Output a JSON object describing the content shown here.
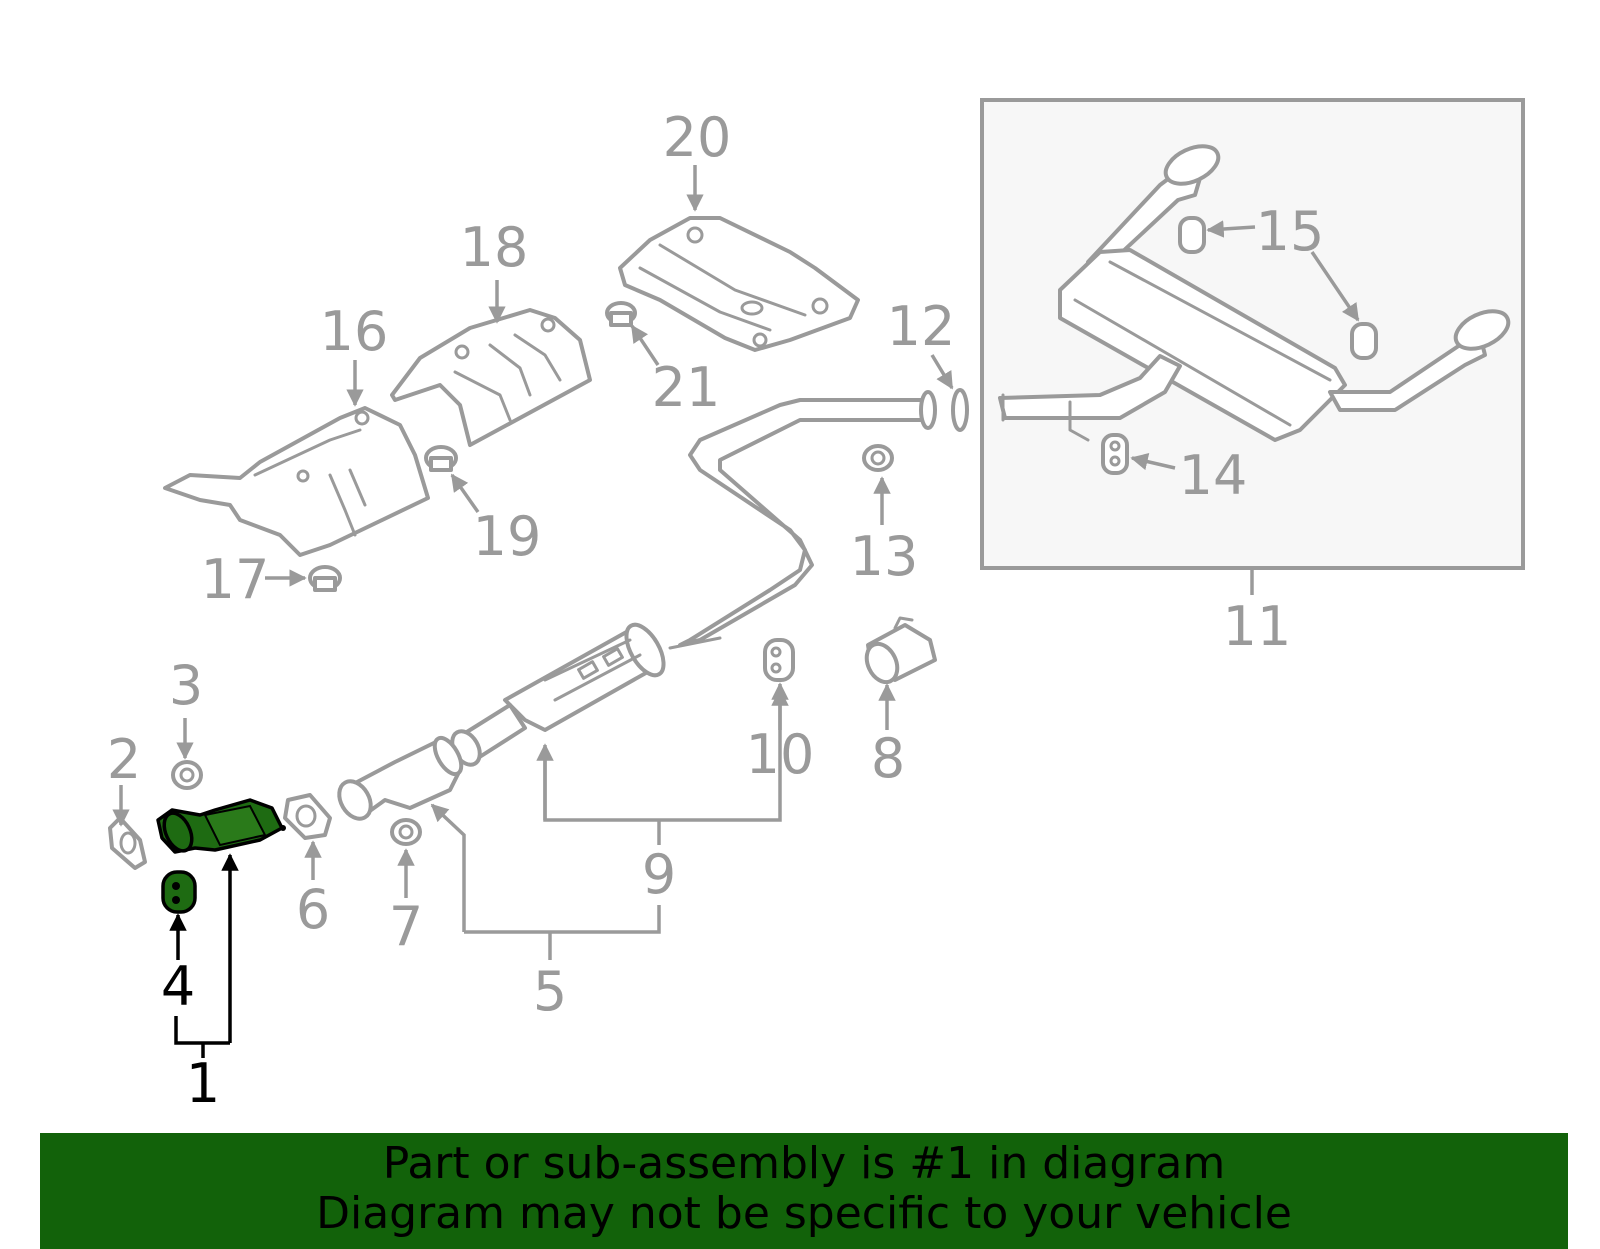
{
  "banner": {
    "line1": "Part or sub-assembly is #1 in diagram",
    "line2": "Diagram may not be specific to your vehicle"
  },
  "callouts": {
    "c1": "1",
    "c2": "2",
    "c3": "3",
    "c4": "4",
    "c5": "5",
    "c6": "6",
    "c7": "7",
    "c8": "8",
    "c9": "9",
    "c10": "10",
    "c11": "11",
    "c12": "12",
    "c13": "13",
    "c14": "14",
    "c15": "15",
    "c16": "16",
    "c17": "17",
    "c18": "18",
    "c19": "19",
    "c20": "20",
    "c21": "21"
  },
  "colors": {
    "highlight": "#1e6b12",
    "banner": "#12620a",
    "line_gray": "#9a9a9a"
  }
}
